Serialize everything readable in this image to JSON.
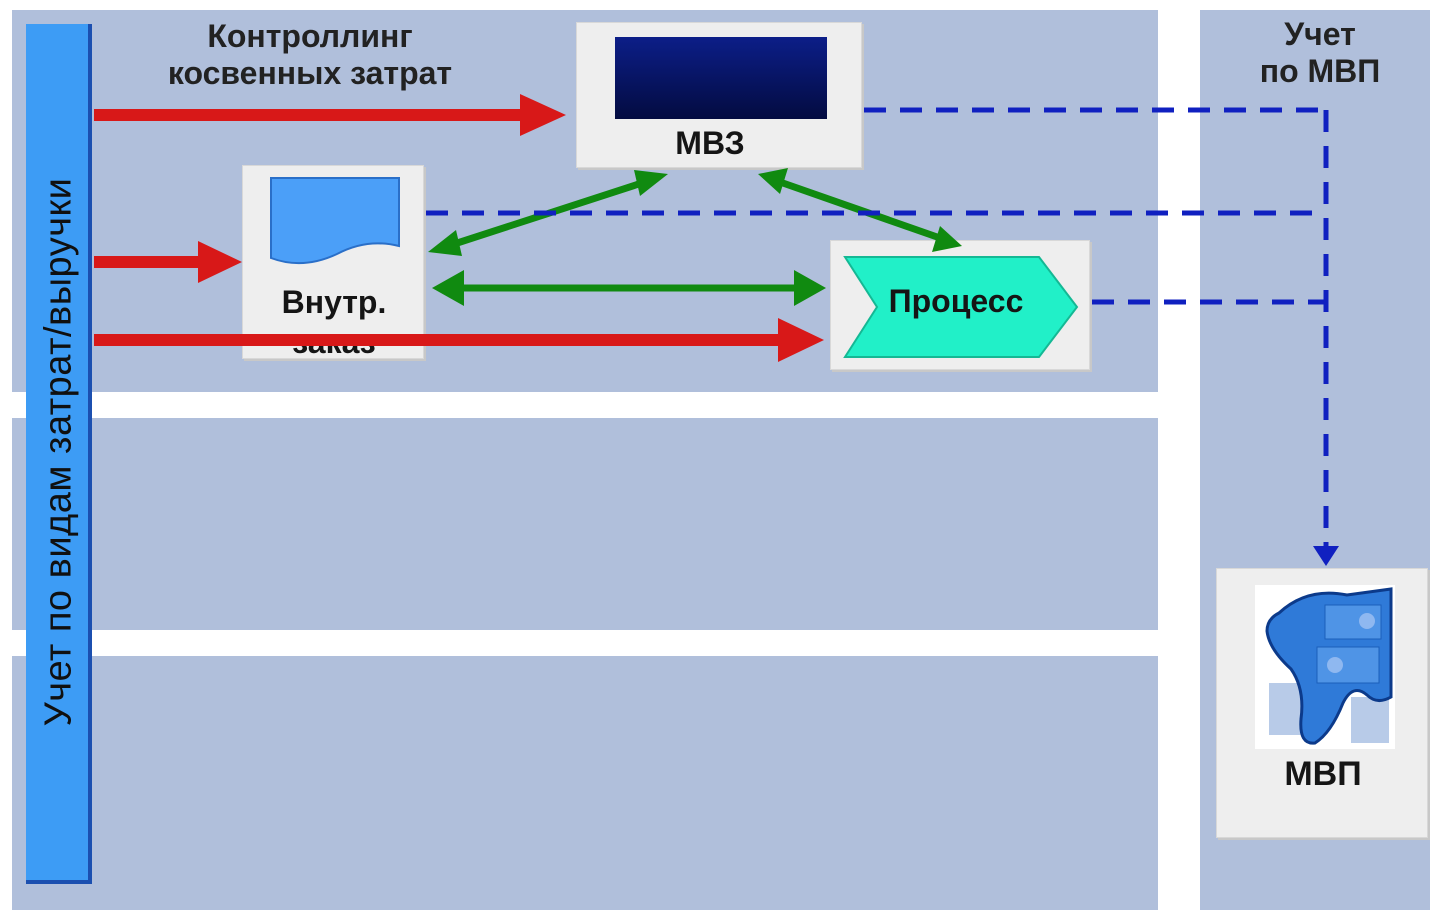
{
  "vertical_label": "Учет по видам затрат/выручки",
  "top_label": {
    "line1": "Контроллинг",
    "line2": "косвенных затрат"
  },
  "right_label": {
    "line1": "Учет",
    "line2": "по МВП"
  },
  "nodes": {
    "mvz": "МВЗ",
    "internal_order": {
      "line1": "Внутр.",
      "line2": "заказ"
    },
    "process": "Процесс",
    "mvp": "МВП"
  },
  "colors": {
    "band": "#b0bfdb",
    "red_arrow": "#d81818",
    "green_arrow": "#108a10",
    "dashed_blue": "#1020c0",
    "process_fill": "#21f0c8",
    "vbar": "#3d9cf5"
  }
}
